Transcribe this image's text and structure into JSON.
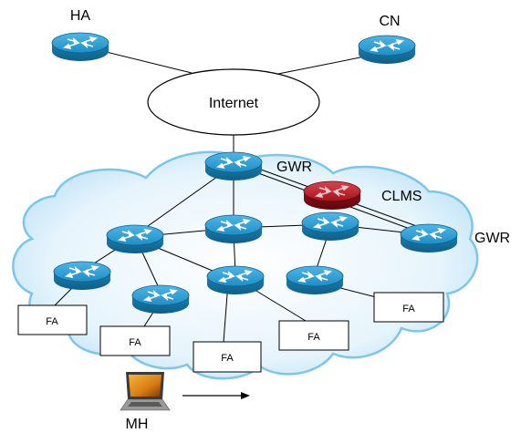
{
  "labels": {
    "ha": "HA",
    "cn": "CN",
    "internet": "Internet",
    "gwr_top": "GWR",
    "clms": "CLMS",
    "gwr_right": "GWR",
    "mh": "MH"
  },
  "fa_boxes": [
    "FA",
    "FA",
    "FA",
    "FA",
    "FA"
  ],
  "colors": {
    "router_blue": "#1f8ec4",
    "router_red": "#b3202a",
    "cloud_fill": "#d6edf9",
    "cloud_edge": "#79c3ea",
    "line": "#000000"
  },
  "icons": {
    "router": "router-icon",
    "clms_router": "router-red-icon",
    "laptop": "laptop-icon",
    "arrow": "arrow-right-icon"
  }
}
